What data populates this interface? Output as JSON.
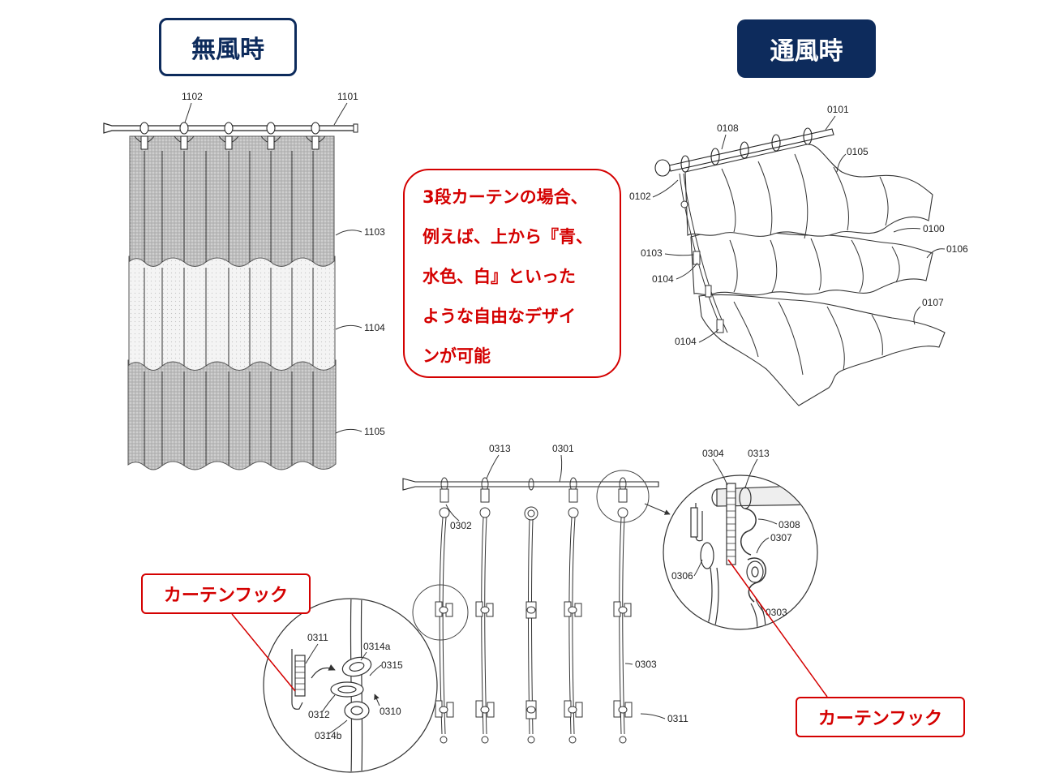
{
  "titles": {
    "no_wind": "無風時",
    "ventilation": "通風時"
  },
  "note": {
    "lines": [
      "3段カーテンの場合、",
      "例えば、上から『青、",
      "水色、白』といった",
      "ような自由なデザイ",
      "ンが可能"
    ]
  },
  "callouts": {
    "hook_left": "カーテンフック",
    "hook_right": "カーテンフック"
  },
  "fig_still": {
    "ref_1102": "1102",
    "ref_1101": "1101",
    "ref_1103": "1103",
    "ref_1104": "1104",
    "ref_1105": "1105"
  },
  "fig_wind": {
    "ref_0101": "0101",
    "ref_0108": "0108",
    "ref_0105": "0105",
    "ref_0102": "0102",
    "ref_0100": "0100",
    "ref_0106": "0106",
    "ref_0103": "0103",
    "ref_0104_upper": "0104",
    "ref_0107": "0107",
    "ref_0104_lower": "0104"
  },
  "fig_hooks": {
    "ref_0313": "0313",
    "ref_0301": "0301",
    "ref_0302": "0302",
    "ref_0303": "0303",
    "ref_0311": "0311"
  },
  "detail_left": {
    "ref_0311": "0311",
    "ref_0314a": "0314a",
    "ref_0315": "0315",
    "ref_0312": "0312",
    "ref_0310": "0310",
    "ref_0314b": "0314b"
  },
  "detail_right": {
    "ref_0304": "0304",
    "ref_0313": "0313",
    "ref_0308": "0308",
    "ref_0307": "0307",
    "ref_0306": "0306",
    "ref_0303": "0303"
  },
  "colors": {
    "navy": "#0d2b5c",
    "red": "#d40000"
  }
}
